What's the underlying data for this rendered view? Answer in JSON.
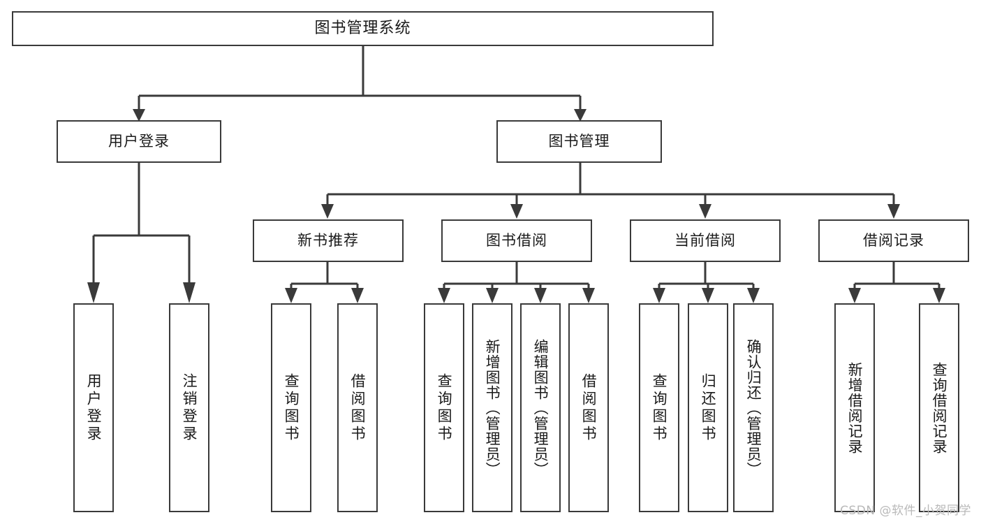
{
  "diagram": {
    "type": "tree",
    "title": "图书管理系统",
    "root": {
      "label": "图书管理系统"
    },
    "level2": [
      {
        "label": "用户登录"
      },
      {
        "label": "图书管理"
      }
    ],
    "level3": [
      {
        "label": "新书推荐"
      },
      {
        "label": "图书借阅"
      },
      {
        "label": "当前借阅"
      },
      {
        "label": "借阅记录"
      }
    ],
    "leaves": {
      "user_login": [
        {
          "label": "用户登录"
        },
        {
          "label": "注销登录"
        }
      ],
      "new_book_recommend": [
        {
          "label": "查询图书"
        },
        {
          "label": "借阅图书"
        }
      ],
      "book_borrow": [
        {
          "label": "查询图书"
        },
        {
          "label": "新增图书（管理员）"
        },
        {
          "label": "编辑图书（管理员）"
        },
        {
          "label": "借阅图书"
        }
      ],
      "current_borrow": [
        {
          "label": "查询图书"
        },
        {
          "label": "归还图书"
        },
        {
          "label": "确认归还（管理员）"
        }
      ],
      "borrow_record": [
        {
          "label": "新增借阅记录"
        },
        {
          "label": "查询借阅记录"
        }
      ]
    }
  },
  "watermark": {
    "text": "CSDN @软件_小贺同学"
  },
  "colors": {
    "stroke": "#3a3a3a",
    "text": "#1a1a1a",
    "background": "#ffffff",
    "watermark": "#b9b9b9"
  }
}
